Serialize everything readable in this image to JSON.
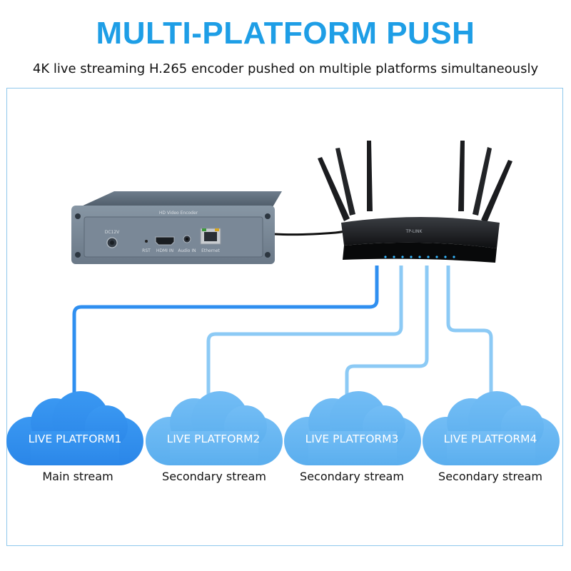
{
  "header": {
    "title": "MULTI-PLATFORM PUSH",
    "subtitle": "4K live streaming H.265 encoder pushed on multiple platforms simultaneously"
  },
  "encoder": {
    "name": "HD Video Encoder",
    "ports": [
      "DC12V",
      "RST",
      "HDMI IN",
      "Audio IN",
      "Ethernet"
    ]
  },
  "router": {
    "brand": "TP-LINK"
  },
  "platforms": [
    {
      "label": "LIVE PLATFORM1",
      "caption": "Main stream",
      "color": "#2f8ff0"
    },
    {
      "label": "LIVE PLATFORM2",
      "caption": "Secondary stream",
      "color": "#62b4f2"
    },
    {
      "label": "LIVE PLATFORM3",
      "caption": "Secondary stream",
      "color": "#62b4f2"
    },
    {
      "label": "LIVE PLATFORM4",
      "caption": "Secondary stream",
      "color": "#62b4f2"
    }
  ],
  "colors": {
    "title": "#1e9ee6",
    "line_main": "#2f8ff0",
    "line_secondary": "#8ccaf5",
    "frame": "#8fc8ec"
  }
}
